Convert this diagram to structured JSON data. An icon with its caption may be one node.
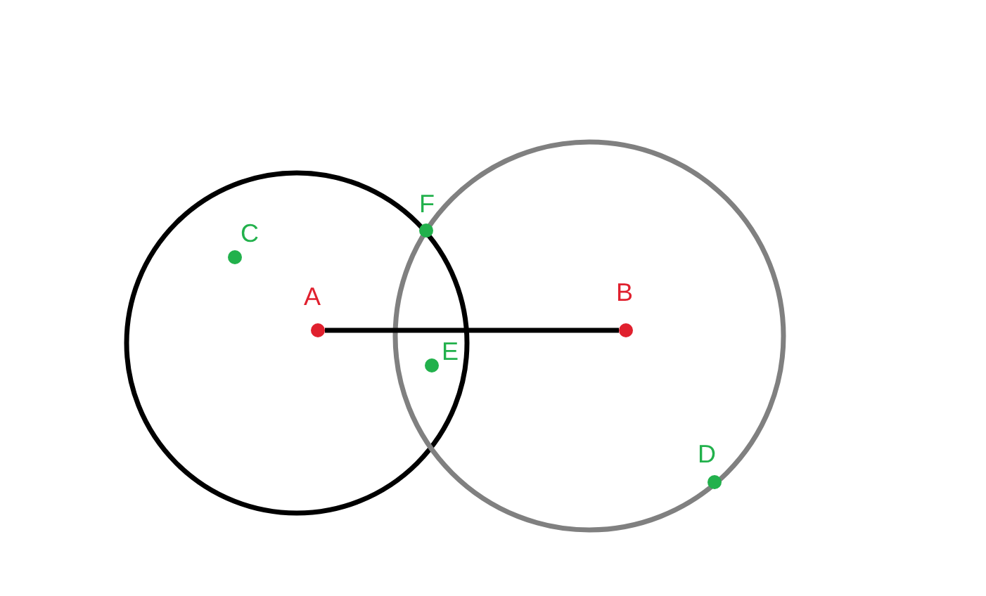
{
  "diagram": {
    "nodes": [
      {
        "text": [
          "A"
        ]
      },
      {
        "text": [
          "B"
        ]
      },
      {
        "text": [
          "C"
        ]
      },
      {
        "text": [
          "D"
        ]
      },
      {
        "text": [
          "E"
        ]
      },
      {
        "text": [
          "F"
        ]
      }
    ],
    "edges": [
      {
        "from": 0,
        "to": 1,
        "arrow": "none"
      }
    ]
  }
}
